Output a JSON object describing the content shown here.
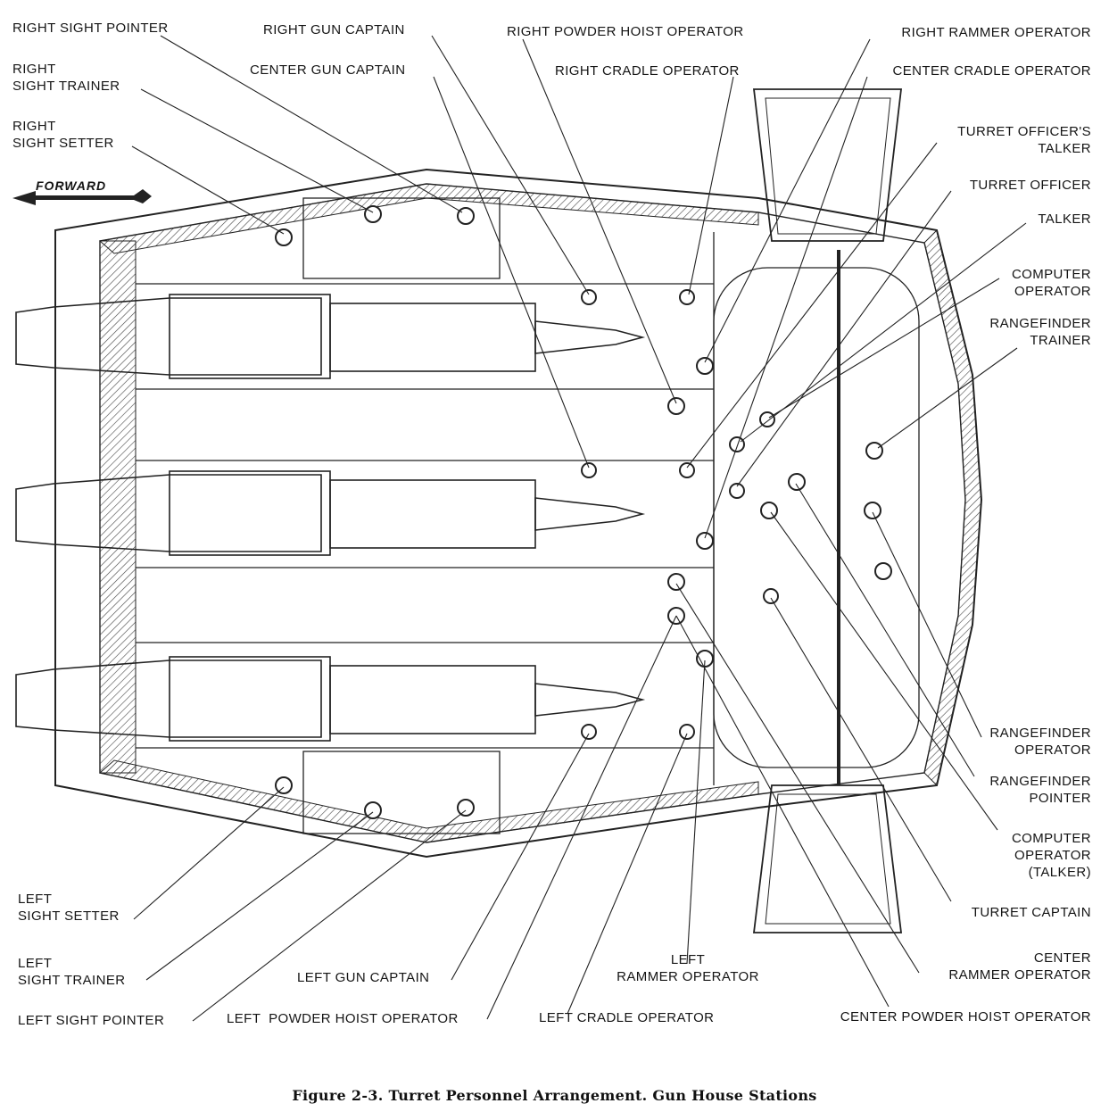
{
  "forward_label": "FORWARD",
  "caption": "Figure 2-3.  Turret Personnel Arrangement. Gun House Stations",
  "labels": {
    "right_sight_pointer": "RIGHT SIGHT POINTER",
    "right_gun_captain": "RIGHT GUN CAPTAIN",
    "right_powder_hoist_operator": "RIGHT POWDER HOIST OPERATOR",
    "right_rammer_operator": "RIGHT RAMMER OPERATOR",
    "right_sight_trainer": "RIGHT\nSIGHT TRAINER",
    "center_gun_captain": "CENTER GUN CAPTAIN",
    "right_cradle_operator": "RIGHT CRADLE OPERATOR",
    "center_cradle_operator": "CENTER CRADLE OPERATOR",
    "right_sight_setter": "RIGHT\nSIGHT SETTER",
    "turret_officers_talker": "TURRET OFFICER'S\nTALKER",
    "turret_officer": "TURRET OFFICER",
    "talker": "TALKER",
    "computer_operator": "COMPUTER\nOPERATOR",
    "rangefinder_trainer": "RANGEFINDER\nTRAINER",
    "rangefinder_operator": "RANGEFINDER\nOPERATOR",
    "rangefinder_pointer": "RANGEFINDER\nPOINTER",
    "computer_operator_talker": "COMPUTER\nOPERATOR\n(TALKER)",
    "turret_captain": "TURRET CAPTAIN",
    "center_rammer_operator": "CENTER\nRAMMER OPERATOR",
    "center_powder_hoist_operator": "CENTER POWDER HOIST OPERATOR",
    "left_sight_setter": "LEFT\nSIGHT SETTER",
    "left_sight_trainer": "LEFT\nSIGHT TRAINER",
    "left_sight_pointer": "LEFT SIGHT POINTER",
    "left_gun_captain": "LEFT GUN CAPTAIN",
    "left_powder_hoist_operator": "LEFT  POWDER HOIST OPERATOR",
    "left_rammer_operator": "LEFT\nRAMMER OPERATOR",
    "left_cradle_operator": "LEFT CRADLE OPERATOR"
  }
}
